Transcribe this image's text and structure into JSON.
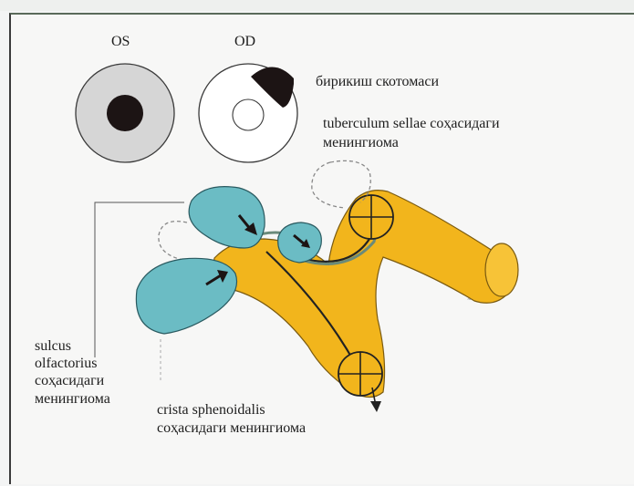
{
  "eyes": {
    "left_label": "OS",
    "right_label": "OD"
  },
  "labels": {
    "bitemporal": "бирикиш скотомаси",
    "tuberculum_line1": "tuberculum sellae соҳасидаги",
    "tuberculum_line2": "менингиома",
    "sulcus_line1": "sulcus",
    "sulcus_line2": "olfactorius",
    "sulcus_line3": "соҳасидаги",
    "sulcus_line4": "менингиома",
    "crista_line1": "crista sphenoidalis",
    "crista_line2": "соҳасидаги менингиома"
  },
  "colors": {
    "tumor": "#6bbcc4",
    "nerve": "#f2b51c",
    "scotoma": "#1c1414",
    "field_left": "#d6d6d6",
    "field_right": "#ffffff"
  }
}
